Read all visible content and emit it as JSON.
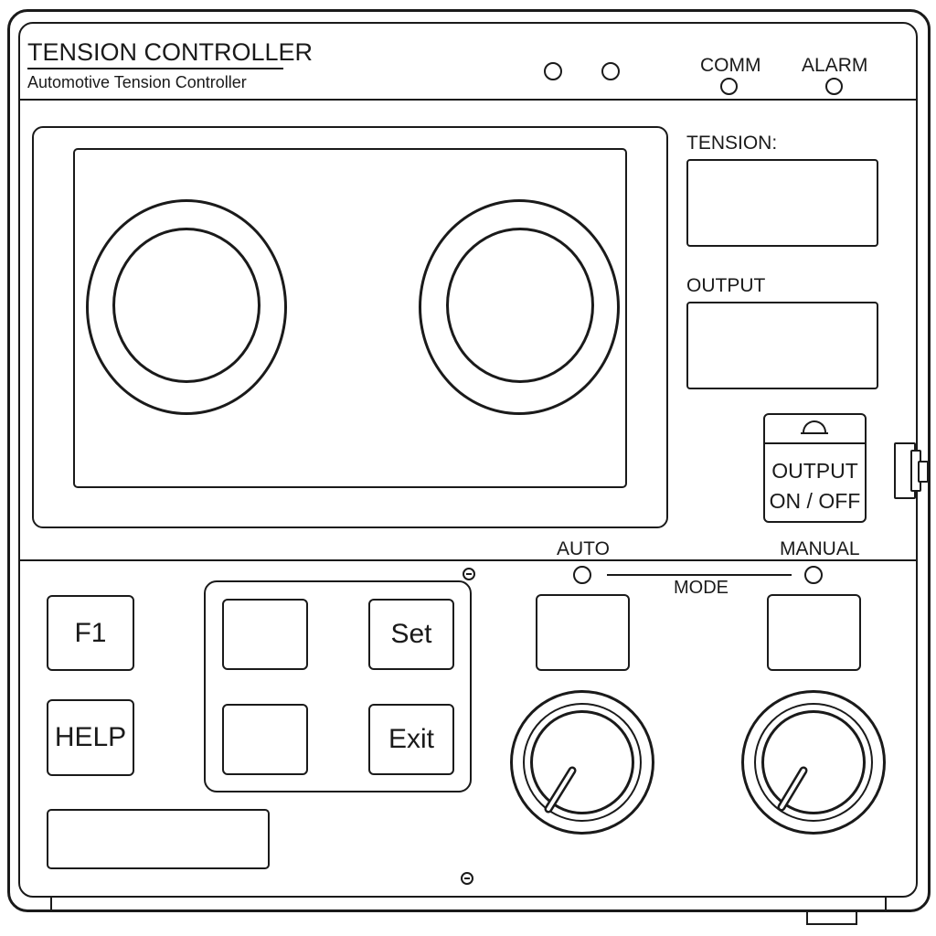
{
  "header": {
    "title": "TENSION CONTROLLER",
    "subtitle": "Automotive Tension Controller",
    "comm_label": "COMM",
    "alarm_label": "ALARM"
  },
  "displays": {
    "tension_label": "TENSION:",
    "output_label": "OUTPUT"
  },
  "output_switch": {
    "line1": "OUTPUT",
    "line2": "ON / OFF"
  },
  "mode": {
    "label": "MODE",
    "auto_label": "AUTO",
    "manual_label": "MANUAL"
  },
  "keypad": {
    "f1_label": "F1",
    "help_label": "HELP",
    "set_label": "Set",
    "exit_label": "Exit"
  }
}
